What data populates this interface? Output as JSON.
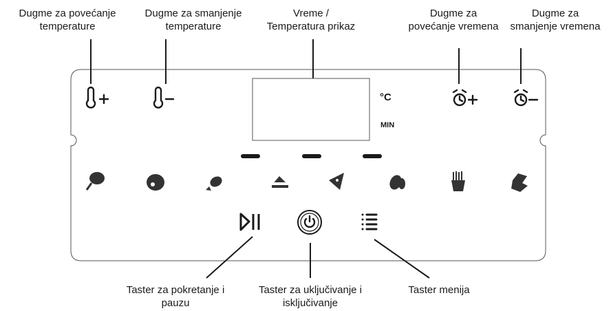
{
  "callouts": {
    "temp_up": [
      "Dugme za povećanje",
      "temperature"
    ],
    "temp_down": [
      "Dugme za smanjenje",
      "temperature"
    ],
    "display": [
      "Vreme /",
      "Temperatura prikaz"
    ],
    "time_up": [
      "Dugme za",
      "povećanje vremena"
    ],
    "time_down": [
      "Dugme za",
      "smanjenje vremena"
    ],
    "play_pause": [
      "Taster za pokretanje i",
      "pauzu"
    ],
    "power": [
      "Taster za uključivanje i",
      "isključivanje"
    ],
    "menu": [
      "Taster menija"
    ]
  },
  "display_units": {
    "temperature": "°C",
    "time": "MIN"
  },
  "presets": [
    {
      "icon": "chicken-leg-icon"
    },
    {
      "icon": "steak-icon"
    },
    {
      "icon": "fish-icon"
    },
    {
      "icon": "cake-icon"
    },
    {
      "icon": "pizza-icon"
    },
    {
      "icon": "vegetables-icon"
    },
    {
      "icon": "fries-icon"
    },
    {
      "icon": "bacon-icon"
    }
  ],
  "buttons": [
    {
      "icon": "thermometer-plus-icon"
    },
    {
      "icon": "thermometer-minus-icon"
    },
    {
      "icon": "alarm-clock-plus-icon"
    },
    {
      "icon": "alarm-clock-minus-icon"
    },
    {
      "icon": "play-pause-icon"
    },
    {
      "icon": "power-icon"
    },
    {
      "icon": "menu-icon"
    }
  ]
}
